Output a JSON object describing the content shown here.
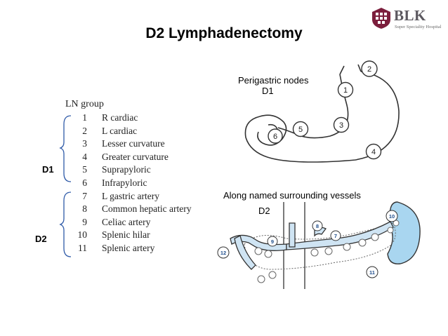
{
  "slide": {
    "title": "D2 Lymphadenectomy",
    "logo": {
      "name": "BLK",
      "subtitle": "Super Speciality Hospital"
    },
    "labels": {
      "perigastric": "Perigastric nodes",
      "d1_top": "D1",
      "along_vessels": "Along named surrounding vessels",
      "d2_bottom": "D2",
      "bracket_d1": "D1",
      "bracket_d2": "D2"
    },
    "ln_table": {
      "header": "LN group",
      "rows": [
        {
          "num": "1",
          "name": "R cardiac"
        },
        {
          "num": "2",
          "name": "L cardiac"
        },
        {
          "num": "3",
          "name": "Lesser curvature"
        },
        {
          "num": "4",
          "name": "Greater curvature"
        },
        {
          "num": "5",
          "name": "Suprapyloric"
        },
        {
          "num": "6",
          "name": "Infrapyloric"
        },
        {
          "num": "7",
          "name": "L gastric artery"
        },
        {
          "num": "8",
          "name": "Common hepatic artery"
        },
        {
          "num": "9",
          "name": "Celiac artery"
        },
        {
          "num": "10",
          "name": "Splenic hilar"
        },
        {
          "num": "11",
          "name": "Splenic artery"
        }
      ]
    },
    "stomach_nodes": [
      "1",
      "2",
      "3",
      "4",
      "5",
      "6"
    ],
    "vessel_nodes": [
      "7",
      "8",
      "9",
      "10",
      "11",
      "12"
    ],
    "colors": {
      "spleen": "#a9d6f0",
      "vessel": "#cfe4f3",
      "outline": "#333333",
      "bracket": "#2e5aa8",
      "logo": "#7b1e3c"
    }
  }
}
